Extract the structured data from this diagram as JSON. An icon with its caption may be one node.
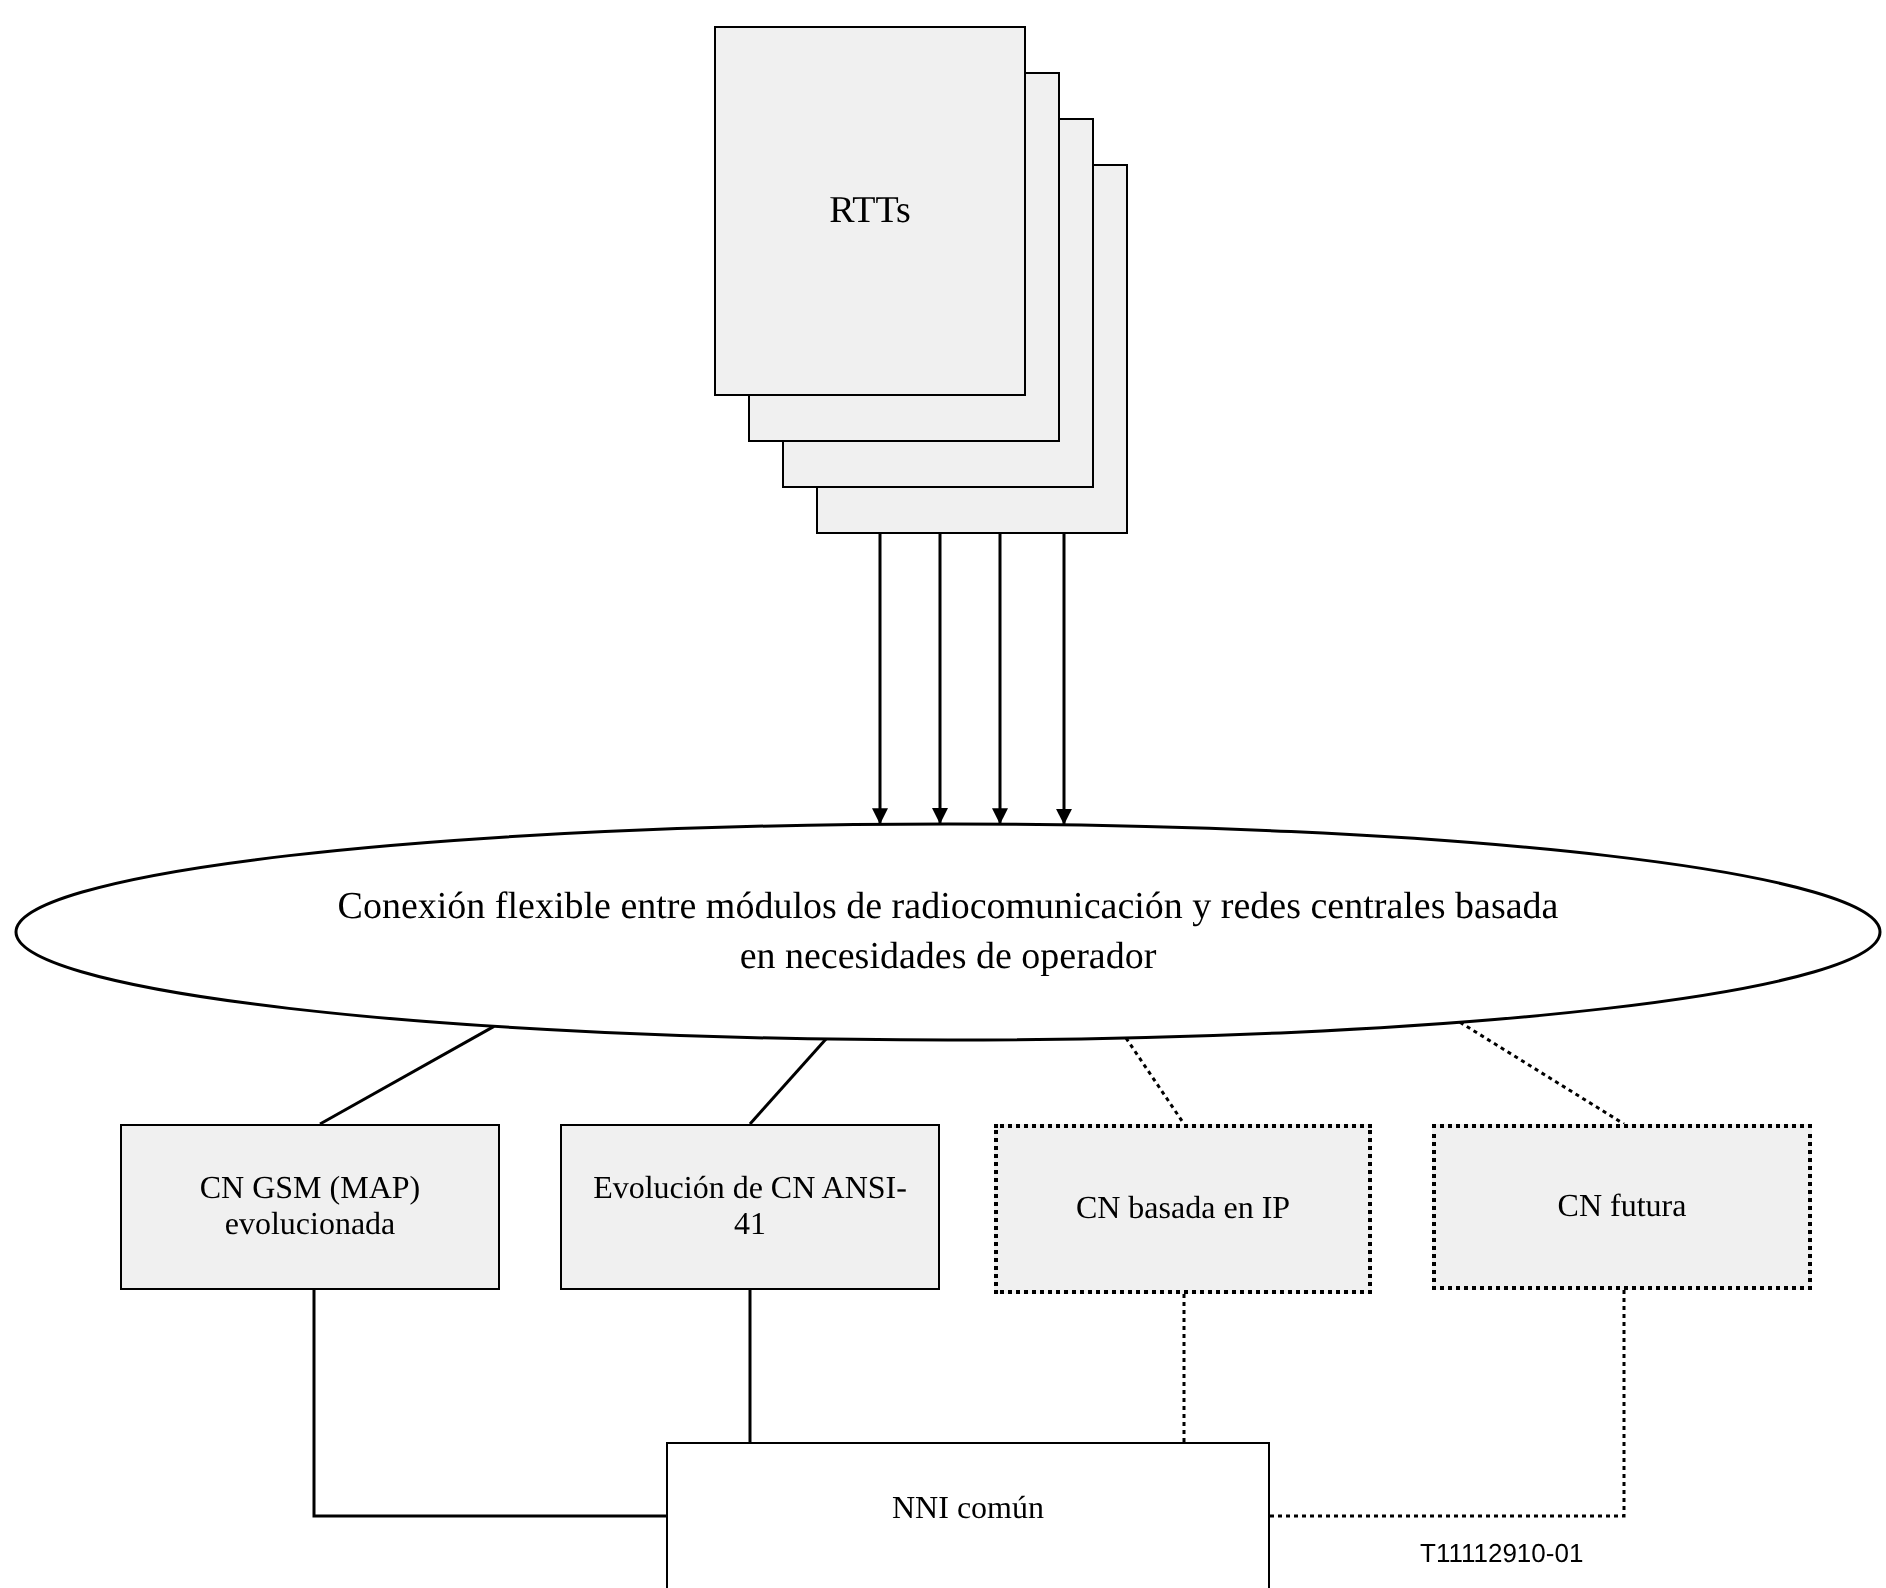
{
  "diagram": {
    "nodes": [
      {
        "text": [
          "RTTs"
        ]
      },
      {
        "text": [
          "Conexión flexible entre módulos de radiocomunicación y redes centrales basada en necesidades de operador"
        ]
      },
      {
        "text": [
          "CN GSM (MAP) evolucionada"
        ]
      },
      {
        "text": [
          "Evolución de CN ANSI-41"
        ]
      },
      {
        "text": [
          "CN basada en IP"
        ]
      },
      {
        "text": [
          "CN futura"
        ]
      },
      {
        "text": [
          "NNI común"
        ]
      }
    ],
    "edges": [
      {
        "from": 0,
        "to": 1,
        "arrow": "to"
      },
      {
        "from": 0,
        "to": 1,
        "arrow": "to"
      },
      {
        "from": 0,
        "to": 1,
        "arrow": "to"
      },
      {
        "from": 0,
        "to": 1,
        "arrow": "to"
      },
      {
        "from": 1,
        "to": 2,
        "arrow": "none"
      },
      {
        "from": 1,
        "to": 3,
        "arrow": "none"
      },
      {
        "from": 1,
        "to": 4,
        "arrow": "none",
        "style": "dashed"
      },
      {
        "from": 1,
        "to": 5,
        "arrow": "none",
        "style": "dashed"
      },
      {
        "from": 2,
        "to": 6,
        "arrow": "none"
      },
      {
        "from": 3,
        "to": 6,
        "arrow": "none"
      },
      {
        "from": 4,
        "to": 6,
        "arrow": "none",
        "style": "dashed"
      },
      {
        "from": 5,
        "to": 6,
        "arrow": "none",
        "style": "dashed"
      }
    ],
    "labels": [
      "T11112910-01"
    ]
  }
}
